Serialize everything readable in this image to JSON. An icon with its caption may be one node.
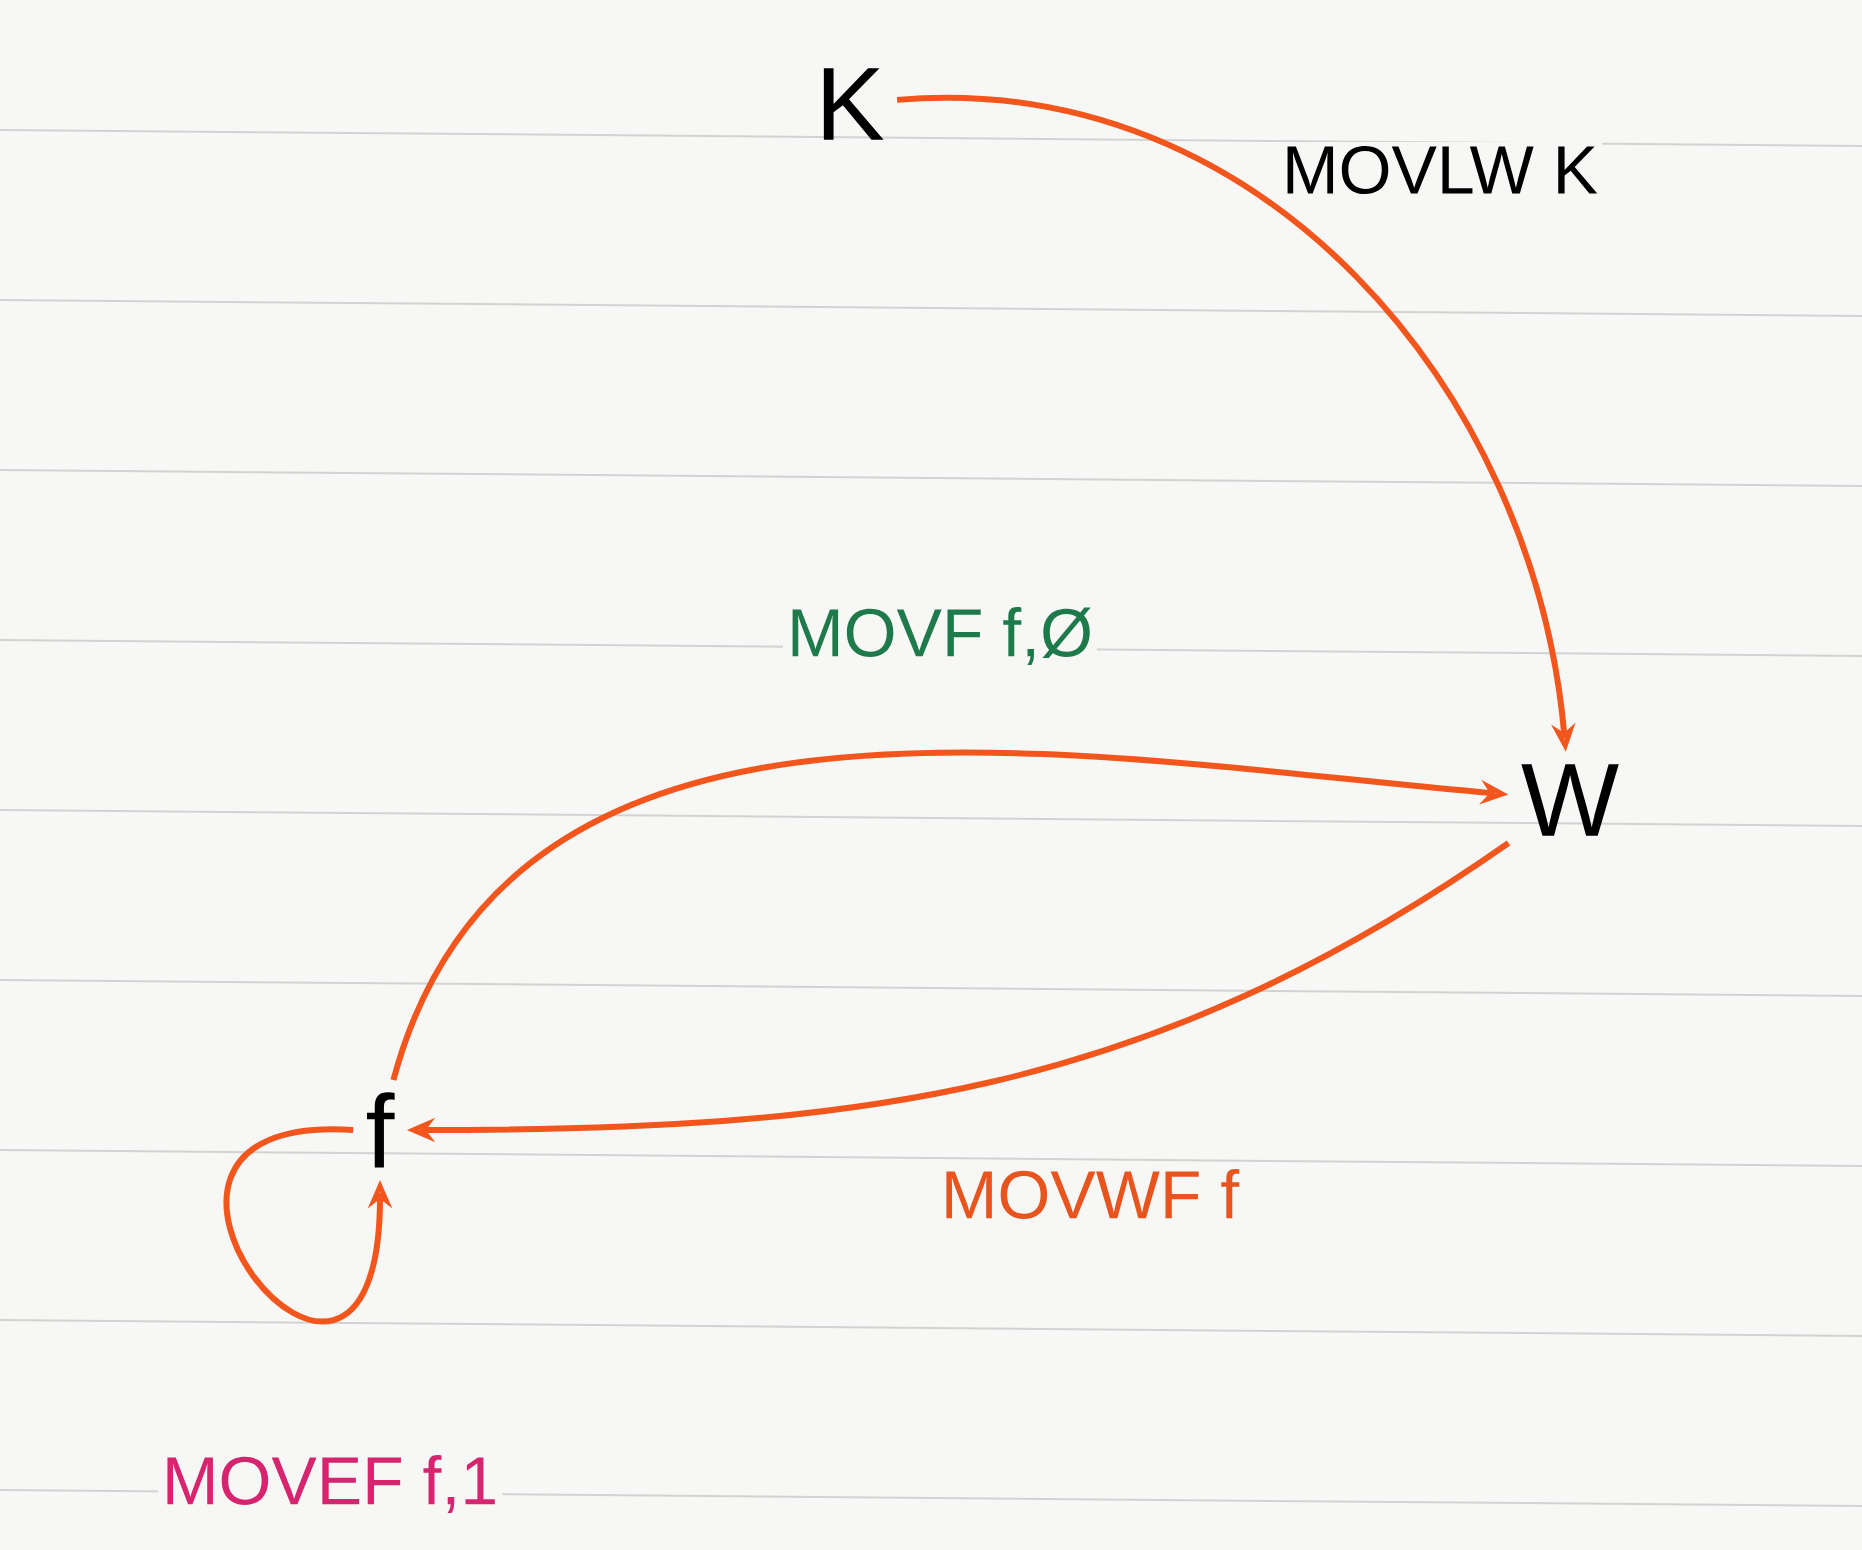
{
  "diagram": {
    "nodes": [
      {
        "text": [
          "K"
        ]
      },
      {
        "text": [
          "W"
        ]
      },
      {
        "text": [
          "f"
        ]
      }
    ],
    "edges": [
      {
        "from": 0,
        "to": 1,
        "arrow": "to",
        "label": "MOVLW K"
      },
      {
        "from": 2,
        "to": 1,
        "arrow": "to",
        "label": "MOVF f,Ø"
      },
      {
        "from": 1,
        "to": 2,
        "arrow": "to",
        "label": "MOVWF f"
      },
      {
        "from": 2,
        "to": 2,
        "arrow": "to",
        "label": "MOVEF f,1"
      }
    ]
  }
}
